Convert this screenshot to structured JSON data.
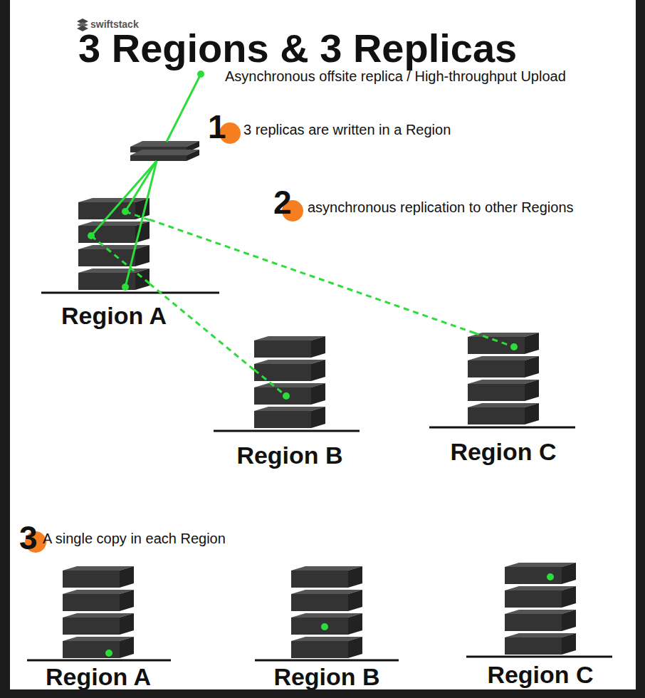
{
  "diagram": {
    "title": "3 Regions & 3 Replicas",
    "nodes": [
      {
        "text": [
          "Region A"
        ]
      },
      {
        "text": [
          "Region B"
        ]
      },
      {
        "text": [
          "Region C"
        ]
      },
      {
        "text": [
          "Region A"
        ]
      },
      {
        "text": [
          "Region B"
        ]
      },
      {
        "text": [
          "Region C"
        ]
      }
    ],
    "edges": [
      {
        "from": 0,
        "to": 1,
        "arrow": "none"
      },
      {
        "from": 0,
        "to": 2,
        "arrow": "none"
      }
    ],
    "labels": [
      "swiftstack",
      "Asynchronous offsite replica / High-throughput Upload",
      "1",
      "3 replicas are written in a Region",
      "2",
      "asynchronous replication to other Regions",
      "3",
      "A single copy in each Region"
    ]
  }
}
